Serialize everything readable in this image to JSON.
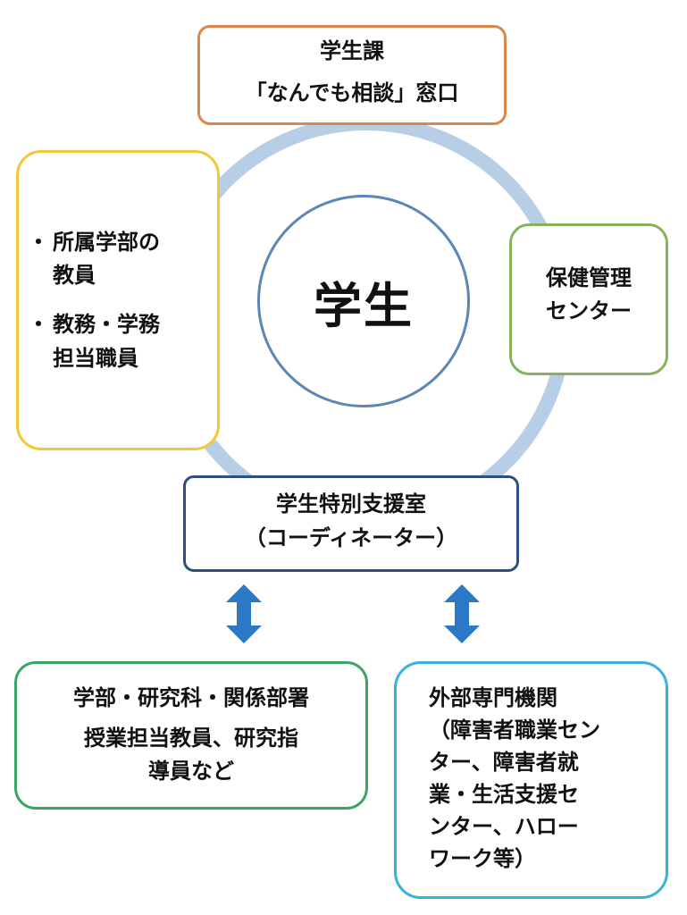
{
  "center": {
    "label": "学生"
  },
  "top_box": {
    "line1": "学生課",
    "line2": "「なんでも相談」窓口"
  },
  "left_box": {
    "items": [
      {
        "bullet": "・",
        "line1": "所属学部の",
        "line2": "教員"
      },
      {
        "bullet": "・",
        "line1": "教務・学務",
        "line2": "担当職員"
      }
    ]
  },
  "right_box": {
    "line1": "保健管理",
    "line2": "センター"
  },
  "bottom_center_box": {
    "line1": "学生特別支援室",
    "line2": "（コーディネーター）"
  },
  "bottom_left_box": {
    "line1": "学部・研究科・関係部署",
    "line2": "授業担当教員、研究指",
    "line3": "導員など"
  },
  "bottom_right_box": {
    "line1": "外部専門機関",
    "line2": "（障害者職業セン",
    "line3": "ター、障害者就",
    "line4": "業・生活支援セ",
    "line5": "ンター、ハロー",
    "line6": "ワーク等）"
  },
  "colors": {
    "ring": "#b8cde6",
    "center_border": "#5b86b5",
    "top_border": "#d9874a",
    "left_border": "#f2c933",
    "right_border": "#86b25a",
    "bottom_center_border": "#2f4f80",
    "bottom_left_border": "#3aa564",
    "bottom_right_border": "#3ab0dc",
    "arrow": "#2a78c6"
  },
  "icons": {
    "left_arrow": "double-headed-vertical-arrow",
    "right_arrow": "double-headed-vertical-arrow"
  }
}
